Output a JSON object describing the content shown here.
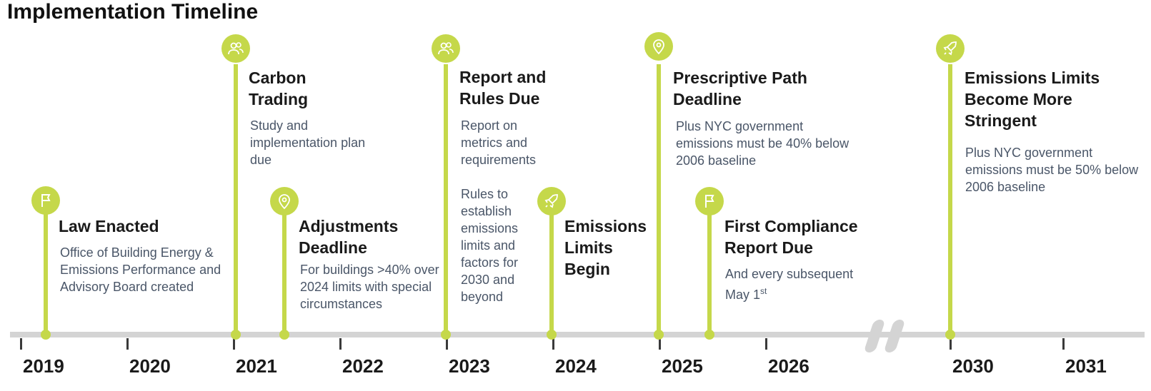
{
  "title": "Implementation Timeline",
  "years": [
    "2019",
    "2020",
    "2021",
    "2022",
    "2023",
    "2024",
    "2025",
    "2026",
    "2030",
    "2031"
  ],
  "events": [
    {
      "heading": "Law Enacted",
      "description": "Office of Building Energy & Emissions Performance and Advisory Board created",
      "icon": "flag-icon"
    },
    {
      "heading": "Carbon Trading",
      "description": "Study and implementation plan due",
      "icon": "people-icon"
    },
    {
      "heading": "Adjustments Deadline",
      "description": "For buildings >40% over 2024 limits with special circumstances",
      "icon": "location-pin-icon"
    },
    {
      "heading": "Report and Rules Due",
      "description": "Report on metrics and requirements",
      "description2": "Rules to establish emissions limits and factors for 2030 and beyond",
      "icon": "people-icon"
    },
    {
      "heading": "Emissions Limits Begin",
      "description": "",
      "icon": "rocket-icon"
    },
    {
      "heading": "Prescriptive Path Deadline",
      "description": "Plus NYC government emissions must be 40% below 2006 baseline",
      "icon": "location-pin-icon"
    },
    {
      "heading": "First Compliance Report Due",
      "description": "And every subsequent May 1",
      "description_sup": "st",
      "icon": "flag-icon"
    },
    {
      "heading": "Emissions Limits Become More Stringent",
      "description": "Plus NYC government emissions must be 50% below 2006 baseline",
      "icon": "rocket-icon"
    }
  ],
  "colors": {
    "accent": "#c5d84a",
    "axis": "#d4d4d4",
    "description_text": "#4a5668"
  }
}
